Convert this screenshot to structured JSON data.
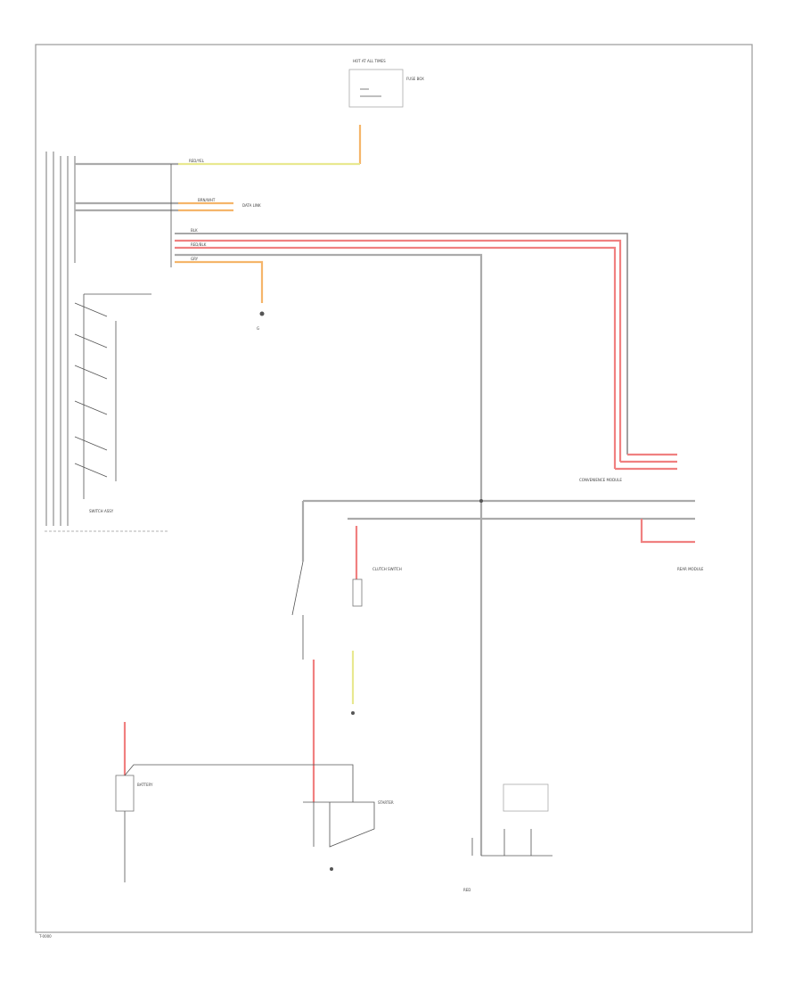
{
  "diagram": {
    "title": "",
    "components": {
      "hot_at_all_times": "HOT AT ALL TIMES",
      "fuse_relay_box": "FUSE BOX",
      "headlamp_switch": "SWITCH ASSY",
      "battery": "BATTERY",
      "starter": "STARTER",
      "ground": "G",
      "clutch_switch": "CLUTCH SWITCH",
      "convenience_module": "CONVENIENCE MODULE",
      "rear_module": "REAR MODULE",
      "data_link": "DATA LINK"
    },
    "wire_labels": {
      "red_yel": "RED/YEL",
      "brn_wht": "BRN/WHT",
      "blk": "BLK",
      "red_blk": "RED/BLK",
      "gry": "GRY",
      "red": "RED"
    },
    "footer_code": "T-0000"
  }
}
